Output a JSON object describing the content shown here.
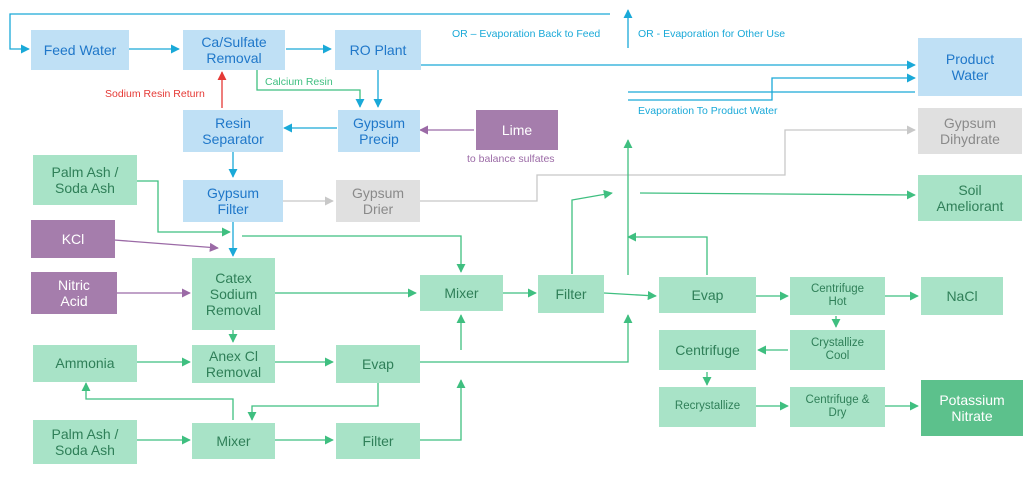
{
  "nodes": {
    "feed_water": "Feed Water",
    "ca_sulfate_removal": "Ca/Sulfate\nRemoval",
    "ro_plant": "RO Plant",
    "product_water": "Product\nWater",
    "resin_separator": "Resin\nSeparator",
    "gypsum_precip": "Gypsum\nPrecip",
    "lime": "Lime",
    "gypsum_dihydrate": "Gypsum\nDihydrate",
    "palm_ash_top": "Palm Ash /\nSoda Ash",
    "gypsum_filter": "Gypsum\nFilter",
    "gypsum_drier": "Gypsum\nDrier",
    "soil_ameliorant": "Soil\nAmeliorant",
    "kcl": "KCl",
    "nitric_acid": "Nitric\nAcid",
    "catex_sodium_removal": "Catex\nSodium\nRemoval",
    "mixer_mid": "Mixer",
    "filter_mid": "Filter",
    "evap_right": "Evap",
    "centrifuge_hot": "Centrifuge\nHot",
    "nacl": "NaCl",
    "ammonia": "Ammonia",
    "anex_cl_removal": "Anex Cl\nRemoval",
    "evap_mid": "Evap",
    "crystallize_cool": "Crystallize\nCool",
    "centrifuge": "Centrifuge",
    "palm_ash_bottom": "Palm Ash /\nSoda Ash",
    "mixer_bottom": "Mixer",
    "filter_bottom": "Filter",
    "recrystallize": "Recrystallize",
    "centrifuge_dry": "Centrifuge &\nDry",
    "potassium_nitrate": "Potassium\nNitrate"
  },
  "labels": {
    "evap_back_to_feed": "OR – Evaporation Back to Feed",
    "evap_other_use": "OR - Evaporation for Other Use",
    "calcium_resin": "Calcium Resin",
    "sodium_resin_return": "Sodium Resin Return",
    "to_balance_sulfates": "to balance sulfates",
    "evap_to_product_water": "Evaporation To Product Water"
  },
  "colors": {
    "water_line": "#1aa9d8",
    "process_line": "#3fbf80",
    "reagent_line": "#9b6aa6",
    "return_line": "#e53935",
    "byproduct_line": "#c8c8c8"
  }
}
